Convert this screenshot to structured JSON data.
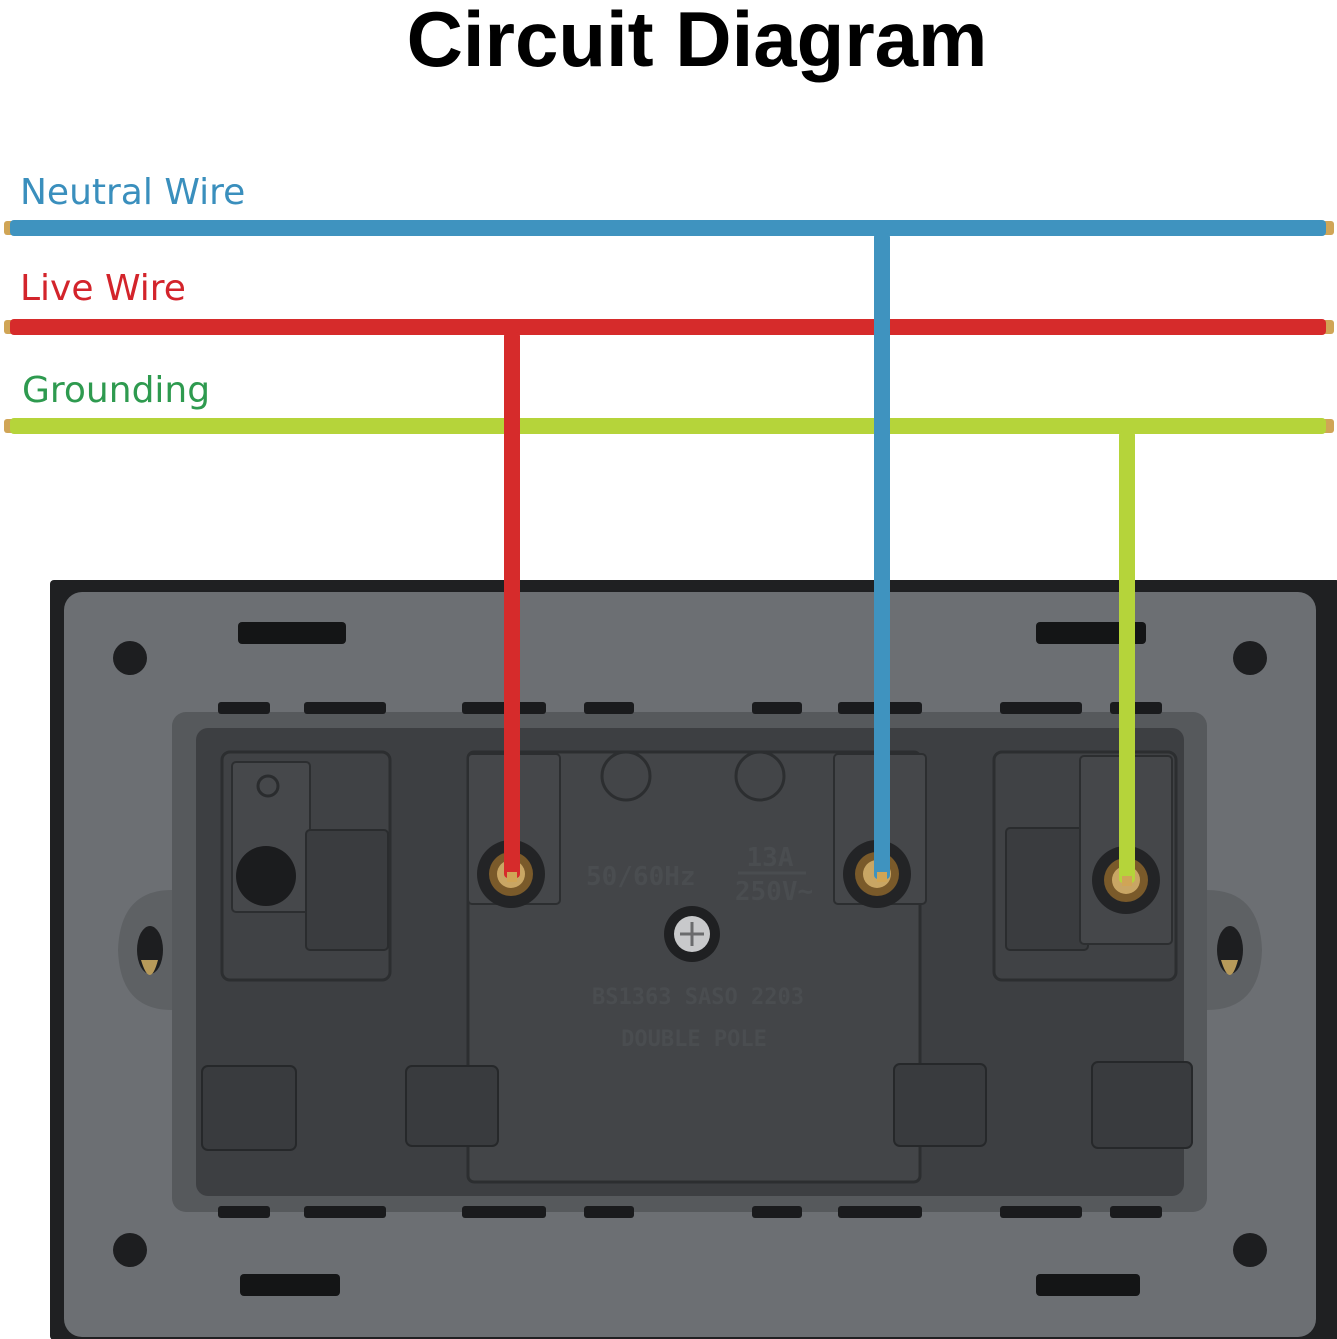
{
  "title": "Circuit Diagram",
  "wires": [
    {
      "label": "Neutral Wire",
      "color": "#3f93bf",
      "label_color": "#3a8fbd"
    },
    {
      "label": "Live Wire",
      "color": "#d62b2b",
      "label_color": "#d3242b"
    },
    {
      "label": "Grounding",
      "color": "#b5d43a",
      "label_color": "#2e9a4f",
      "stripe_color": "#3aa04a"
    }
  ],
  "socket": {
    "frequency": "50/60Hz",
    "current": "13A",
    "voltage": "250V~",
    "standard": "BS1363 SASO 2203",
    "pole": "DOUBLE POLE",
    "plate_color": "#6c6f73",
    "frame_color": "#1f2022",
    "body_color": "#3d3f42"
  },
  "terminals": [
    {
      "name": "live",
      "wire": "Live Wire"
    },
    {
      "name": "neutral",
      "wire": "Neutral Wire"
    },
    {
      "name": "earth",
      "wire": "Grounding"
    }
  ]
}
